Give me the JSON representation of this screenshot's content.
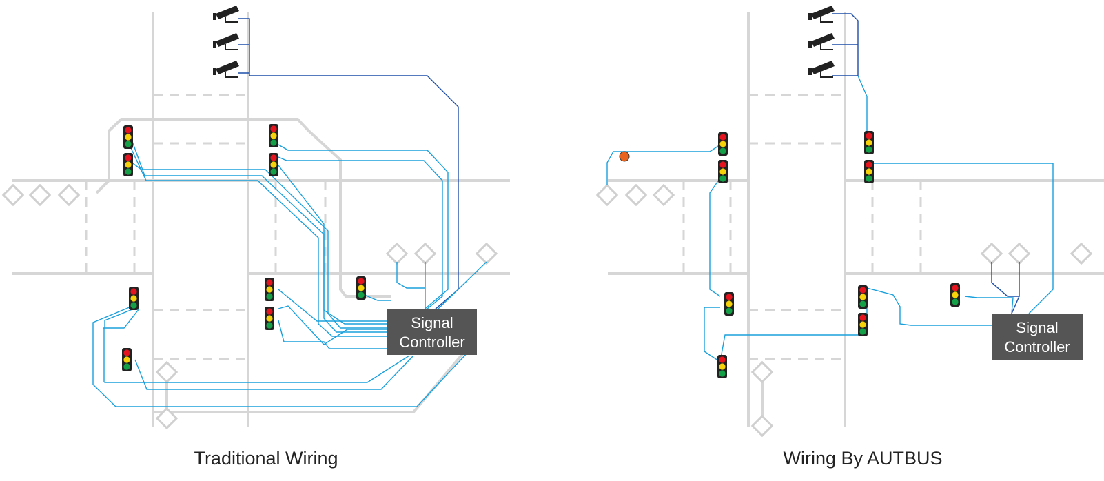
{
  "panels": {
    "left": {
      "caption": "Traditional  Wiring",
      "controller_line1": "Signal",
      "controller_line2": "Controller"
    },
    "right": {
      "caption": "Wiring By AUTBUS",
      "controller_line1": "Signal",
      "controller_line2": "Controller"
    }
  },
  "colors": {
    "road": "#d6d6d6",
    "wire": "#1aa0dc",
    "wire_dark": "#1e4ea8",
    "controller": "#555555",
    "light_red": "#e6141e",
    "light_yellow": "#f5d20a",
    "light_green": "#14a046",
    "sensor": "#e8641e"
  },
  "icons": [
    "traffic-light-icon",
    "camera-icon",
    "detector-icon",
    "sensor-icon"
  ]
}
